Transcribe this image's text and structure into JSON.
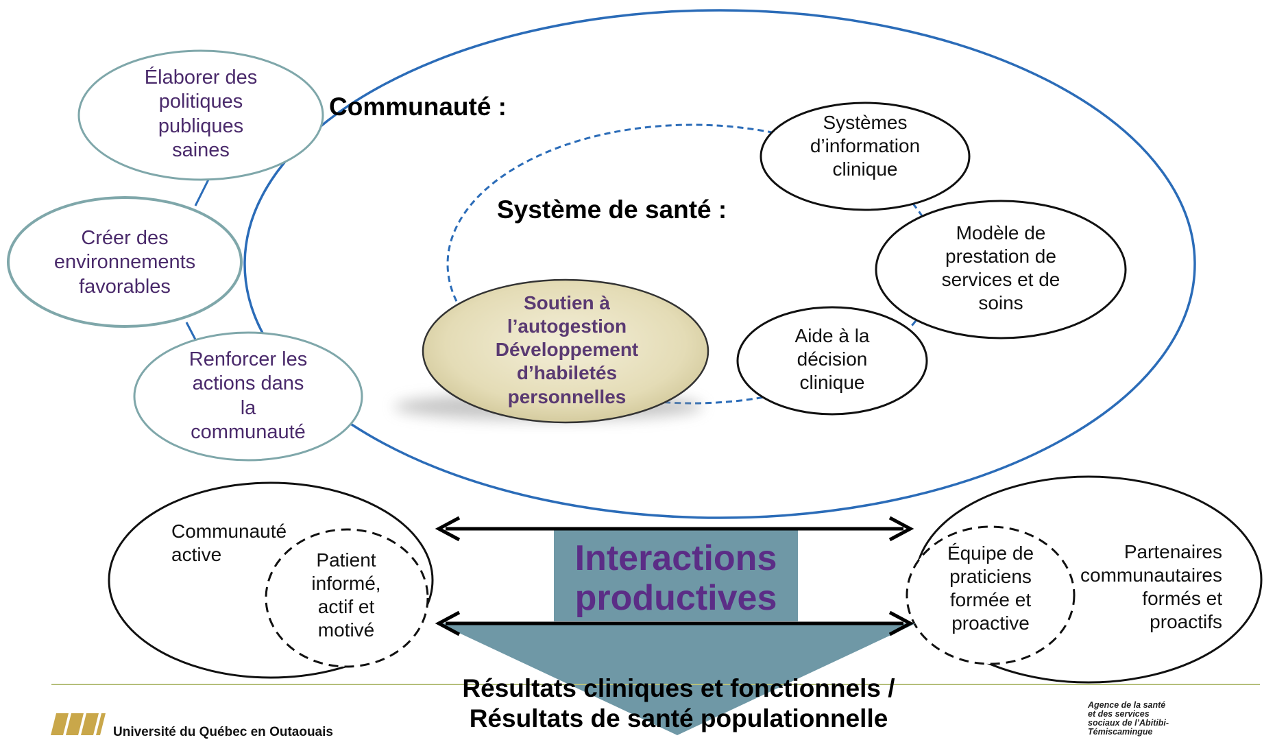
{
  "community_heading": "Communauté :",
  "health_system_heading": "Système de santé :",
  "community_actions": [
    [
      "Élaborer des",
      "politiques",
      "publiques",
      "saines"
    ],
    [
      "Créer des",
      "environnements",
      "favorables"
    ],
    [
      "Renforcer les",
      "actions dans",
      "la",
      "communauté"
    ]
  ],
  "system_components": {
    "info_systems": [
      "Systèmes",
      "d’information",
      "clinique"
    ],
    "delivery_model": [
      "Modèle de",
      "prestation de",
      "services et de",
      "soins"
    ],
    "decision_support": [
      "Aide à la",
      "décision",
      "clinique"
    ],
    "self_management": [
      "Soutien à",
      "l’autogestion",
      "Développement",
      "d’habiletés",
      "personnelles"
    ]
  },
  "left_group": {
    "outer": [
      "Communauté",
      "active"
    ],
    "inner": [
      "Patient",
      "informé,",
      "actif et",
      "motivé"
    ]
  },
  "right_group": {
    "inner": [
      "Équipe de",
      "praticiens",
      "formée et",
      "proactive"
    ],
    "outer": [
      "Partenaires",
      "communautaires",
      "formés et",
      "proactifs"
    ]
  },
  "interactions": [
    "Interactions",
    "productives"
  ],
  "results": [
    "Résultats  cliniques et fonctionnels /",
    "Résultats de santé populationnelle"
  ],
  "footer": {
    "university": "Université du Québec en Outaouais",
    "agency": [
      "Agence de la santé",
      "et des services",
      "sociaux de l’Abitibi-",
      "Témiscamingue"
    ]
  },
  "colors": {
    "community_blue": "#2b6cb8",
    "teal_outline": "#7fa7aa",
    "interactions_box": "#6f98a6",
    "self_management_fill": "#e4dcb6",
    "footer_rule": "#b5bf7a",
    "logo_gold": "#c9a74a"
  }
}
